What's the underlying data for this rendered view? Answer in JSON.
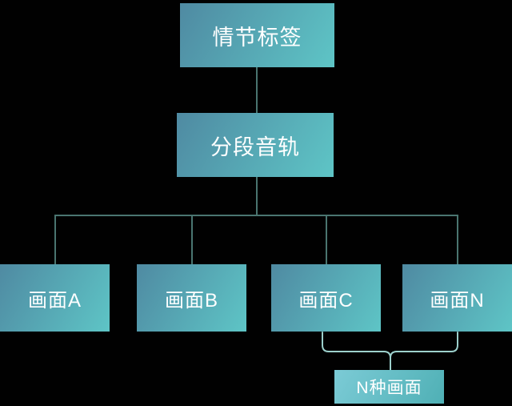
{
  "diagram": {
    "type": "flowchart",
    "nodes": {
      "root": {
        "label": "情节标签"
      },
      "track": {
        "label": "分段音轨"
      },
      "frames": [
        {
          "label": "画面A"
        },
        {
          "label": "画面B"
        },
        {
          "label": "画面C"
        },
        {
          "label": "画面N"
        }
      ],
      "n_frames": {
        "label": "N种画面"
      }
    },
    "edges": [
      {
        "from": "情节标签",
        "to": "分段音轨",
        "style": "line"
      },
      {
        "from": "分段音轨",
        "to": "画面A",
        "style": "line"
      },
      {
        "from": "分段音轨",
        "to": "画面B",
        "style": "line"
      },
      {
        "from": "分段音轨",
        "to": "画面C",
        "style": "line"
      },
      {
        "from": "分段音轨",
        "to": "画面N",
        "style": "line"
      },
      {
        "from": "画面C 画面N",
        "to": "N种画面",
        "style": "brace"
      }
    ],
    "colors": {
      "background": "#010101",
      "node_gradient_start": "#4f8aa2",
      "node_gradient_end": "#5ec5c6",
      "nframes_gradient_start": "#7ccbd6",
      "nframes_gradient_end": "#4fb0b5",
      "connector": "#4a7570",
      "brace": "#9cd0cc",
      "text": "#ffffff"
    }
  }
}
